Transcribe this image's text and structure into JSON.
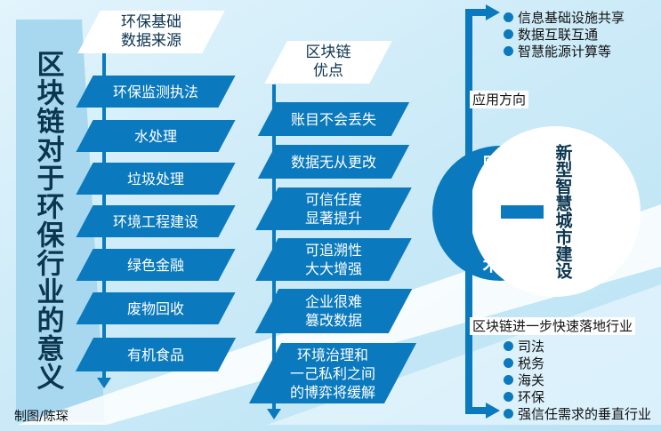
{
  "title": "区块链对于环保行业的意义",
  "col1": {
    "header": "环保基础\n数据来源",
    "items": [
      "环保监测执法",
      "水处理",
      "垃圾处理",
      "环境工程建设",
      "绿色金融",
      "废物回收",
      "有机食品"
    ]
  },
  "col2": {
    "header": "区块链\n优点",
    "items": [
      "账目不会丢失",
      "数据无从更改",
      "可信任度\n显著提升",
      "可追溯性\n大大增强",
      "企业很难\n篡改数据",
      "环境治理和\n一己私利之间\n的博弈将缓解"
    ]
  },
  "circle_left": "区块链底层技术",
  "circle_right": "新型智慧城市建设",
  "top_list": [
    "信息基础设施共享",
    "数据互联互通",
    "智慧能源计算等"
  ],
  "app_label": "应用方向",
  "bottom_heading": "区块链进一步快速落地行业",
  "bottom_list": [
    "司法",
    "税务",
    "海关",
    "环保",
    "强信任需求的垂直行业"
  ],
  "credit": "制图/陈琛",
  "colors": {
    "accent": "#0a79bd",
    "light": "#cfeefd",
    "dark": "#0b3550"
  }
}
